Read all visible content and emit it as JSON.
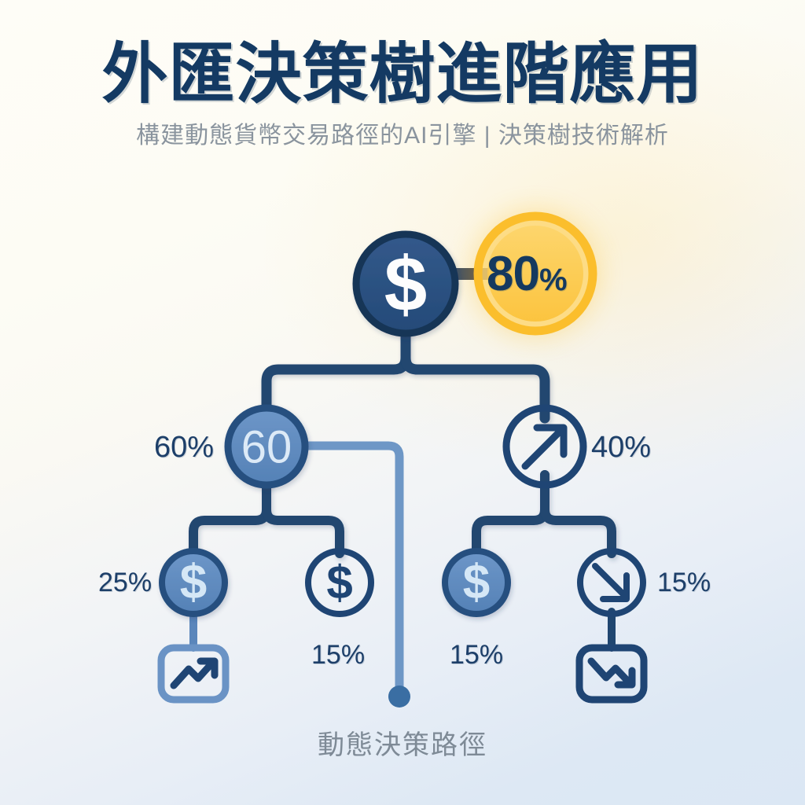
{
  "header": {
    "title": "外匯決策樹進階應用",
    "subtitle": "構建動態貨幣交易路徑的AI引擎 | 決策樹技術解析"
  },
  "colors": {
    "navy": "#1d4171",
    "navy_dark": "#173657",
    "mid_blue": "#5b88bd",
    "light_blue": "#7ba3ce",
    "pale_blue": "#cfe2f2",
    "amber": "#fcbe2e",
    "amber_light": "#fdd76b",
    "text_navy": "#1d3f69",
    "subtitle_gray": "#8a949e",
    "caption_gray": "#7e8a96",
    "bg_warm": "#fefdf7",
    "bg_cool": "#dbe7f4"
  },
  "badge": {
    "value": "80",
    "unit": "%",
    "label": "80%"
  },
  "tree": {
    "root": {
      "icon": "dollar-icon",
      "style": "filled-navy"
    },
    "level2": [
      {
        "id": "node-60",
        "label": "60%",
        "value": "60",
        "icon": "number-label",
        "style": "filled-blue",
        "label_side": "left"
      },
      {
        "id": "node-40",
        "label": "40%",
        "icon": "arrow-up-right-icon",
        "style": "outline-navy",
        "label_side": "right"
      }
    ],
    "level3": [
      {
        "id": "node-25",
        "label": "25%",
        "icon": "dollar-icon",
        "style": "filled-blue",
        "label_side": "left"
      },
      {
        "id": "node-15-a",
        "label": "15%",
        "icon": "dollar-icon",
        "style": "outline-navy",
        "label_side": "below"
      },
      {
        "id": "node-15-b",
        "label": "15%",
        "icon": "dollar-icon",
        "style": "filled-blue",
        "label_side": "below"
      },
      {
        "id": "node-15-c",
        "label": "15%",
        "icon": "arrow-down-right-icon",
        "style": "outline-navy",
        "label_side": "right"
      }
    ],
    "leaves": [
      {
        "id": "leaf-trend-up",
        "icon": "trending-up-icon",
        "style": "outline-light-blue"
      },
      {
        "id": "leaf-trend-down",
        "icon": "trending-down-icon",
        "style": "outline-navy"
      }
    ],
    "dynamic_path": {
      "endpoint": "path-endpoint-dot",
      "style": "light-blue-line"
    }
  },
  "caption": "動態決策路徑"
}
